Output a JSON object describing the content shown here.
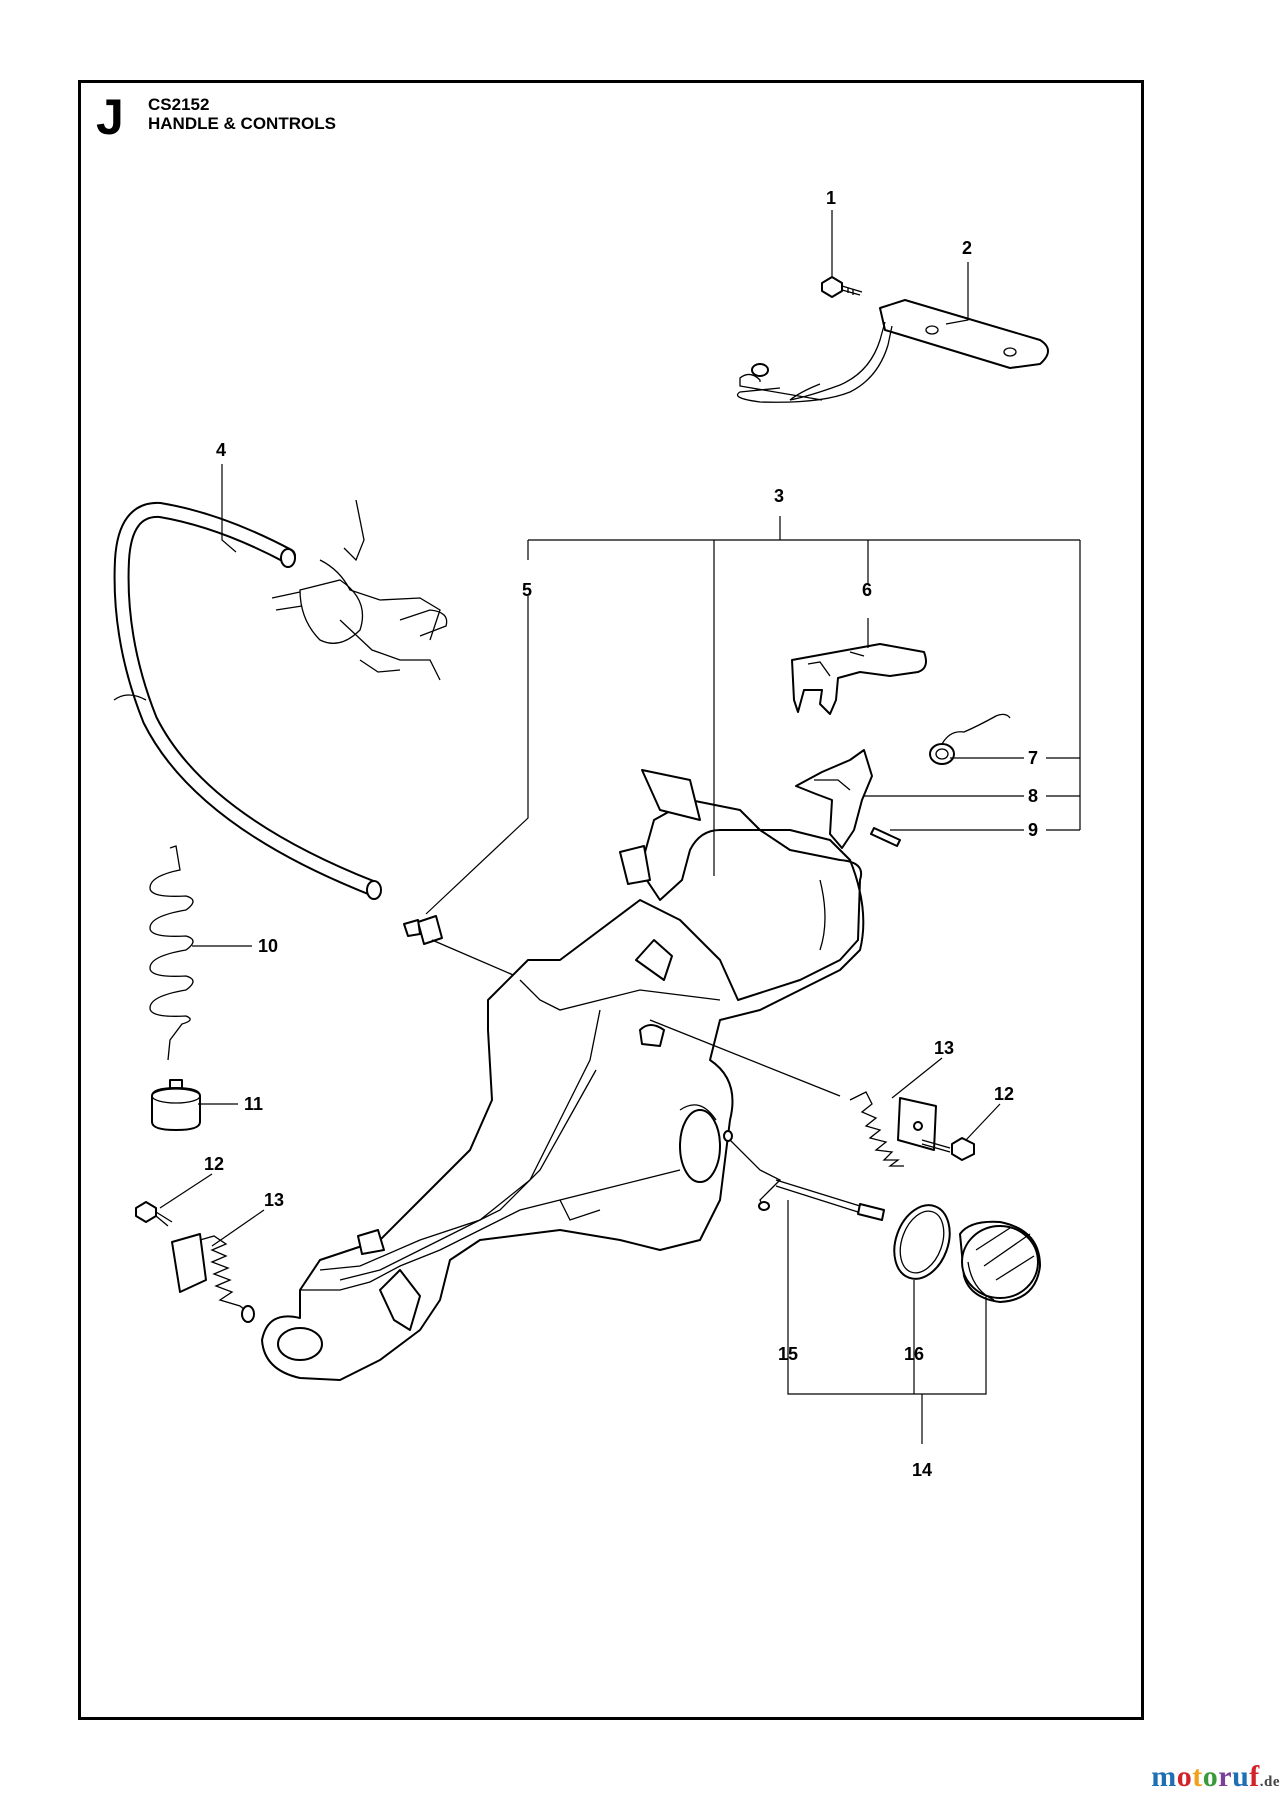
{
  "header": {
    "section_letter": "J",
    "model": "CS2152",
    "title": "HANDLE & CONTROLS"
  },
  "callouts": {
    "n1": "1",
    "n2": "2",
    "n3": "3",
    "n4": "4",
    "n5": "5",
    "n6": "6",
    "n7": "7",
    "n8": "8",
    "n9": "9",
    "n10": "10",
    "n11": "11",
    "n12a": "12",
    "n12b": "12",
    "n13a": "13",
    "n13b": "13",
    "n14": "14",
    "n15": "15",
    "n16": "16"
  },
  "watermark": {
    "logo_text": "motoruf",
    "domain": ".de",
    "colors": [
      "#1f6fb5",
      "#d2232a",
      "#f0a21c",
      "#3a9a3a",
      "#7a3f98"
    ]
  }
}
